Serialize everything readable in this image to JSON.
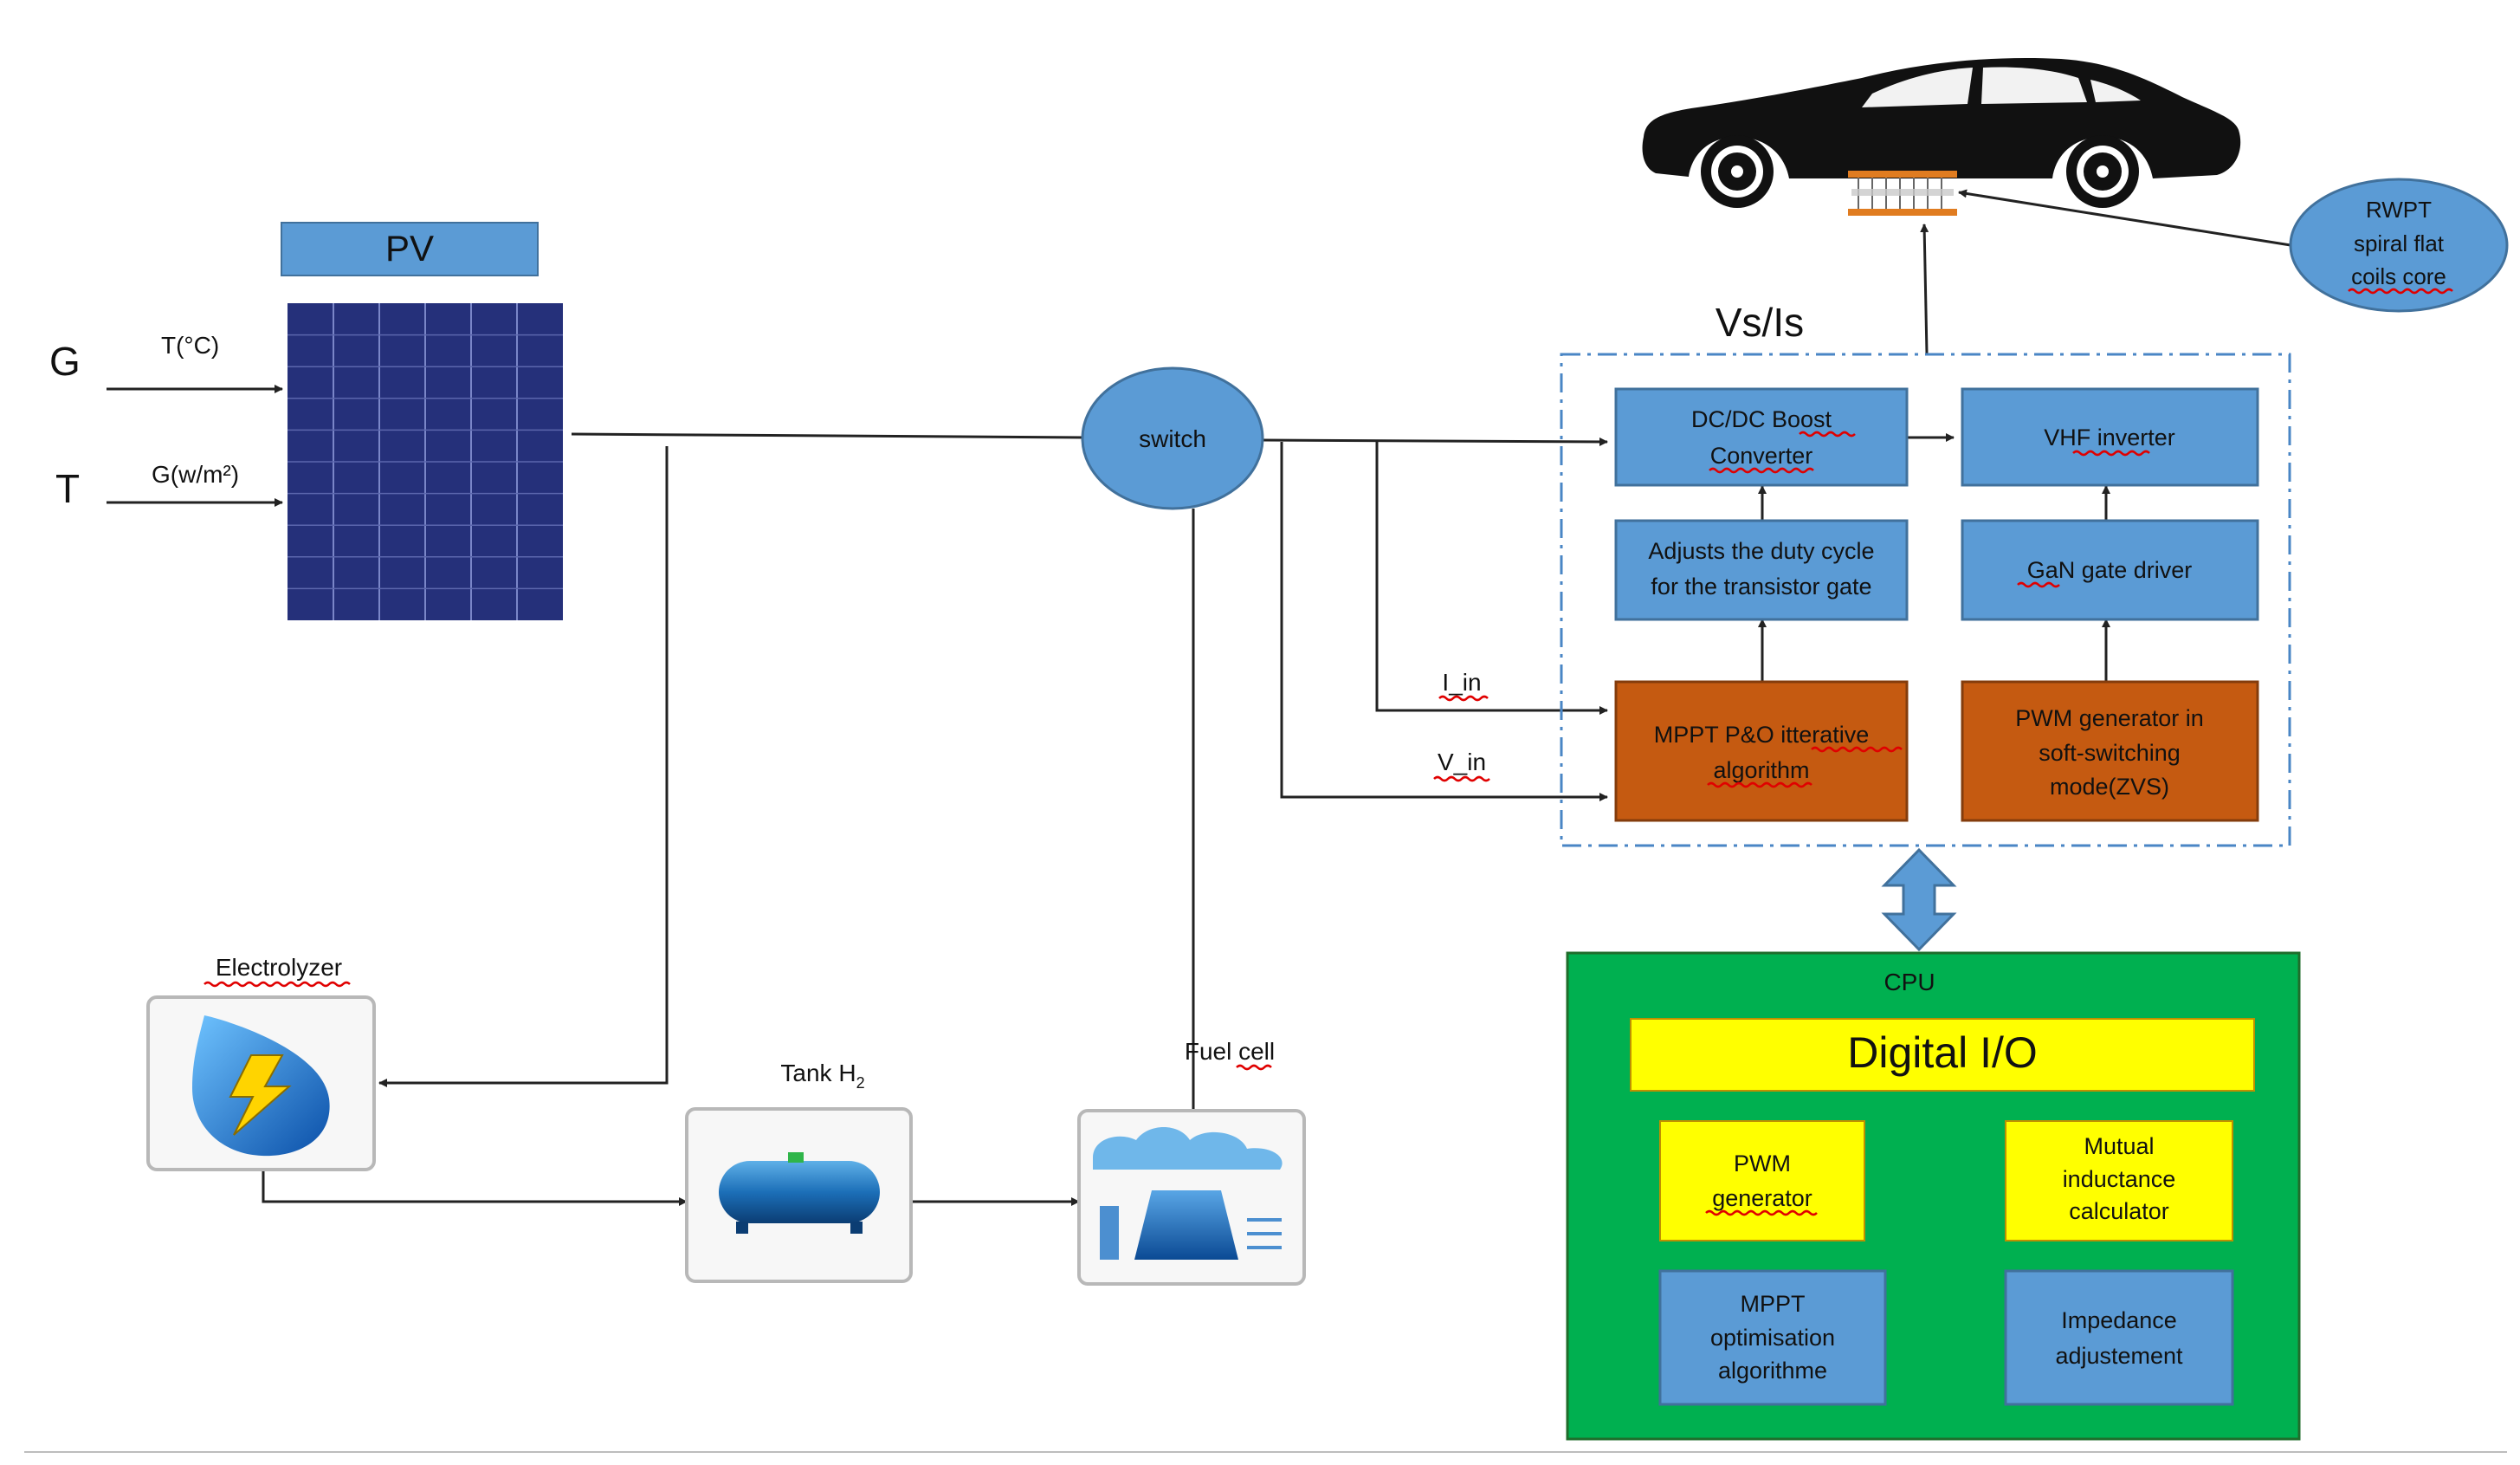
{
  "pv": {
    "label": "PV"
  },
  "inputs": {
    "g_letter": "G",
    "t_letter": "T",
    "temp_label": "T(°C)",
    "irradiance_label": "G(w/m²)"
  },
  "switch": {
    "label": "switch"
  },
  "control_box": {
    "title": "Vs/Is"
  },
  "blocks": {
    "dcdc": [
      "DC/DC Boost",
      "Converter"
    ],
    "vhf": [
      "VHF inverter"
    ],
    "duty": [
      "Adjusts the duty cycle",
      "for the transistor gate"
    ],
    "gan": [
      "GaN gate driver"
    ],
    "mppt_po": [
      "MPPT P&O itterative",
      "algorithm"
    ],
    "pwm_soft": [
      "PWM generator in",
      "soft-switching",
      "mode(ZVS)"
    ]
  },
  "signals": {
    "i_in": "I_in",
    "v_in": "V_in"
  },
  "rwpt": [
    "RWPT",
    "spiral flat",
    "coils core"
  ],
  "cpu": {
    "title": "CPU",
    "digital_io": "Digital I/O",
    "pwm_gen": [
      "PWM",
      "generator"
    ],
    "mutual": [
      "Mutual",
      "inductance",
      "calculator"
    ],
    "mppt_opt": [
      "MPPT",
      "optimisation",
      "algorithme"
    ],
    "impedance": [
      "Impedance",
      "adjustement"
    ]
  },
  "hydrogen": {
    "electrolyzer": "Electrolyzer",
    "tank": "Tank H",
    "tank_sub": "2",
    "fuel_cell": "Fuel cell"
  },
  "colors": {
    "block_blue": "#5b9bd5",
    "orange": "#c55a11",
    "cpu_green": "#00b050",
    "yellow": "#ffff00",
    "car": "#111111"
  }
}
